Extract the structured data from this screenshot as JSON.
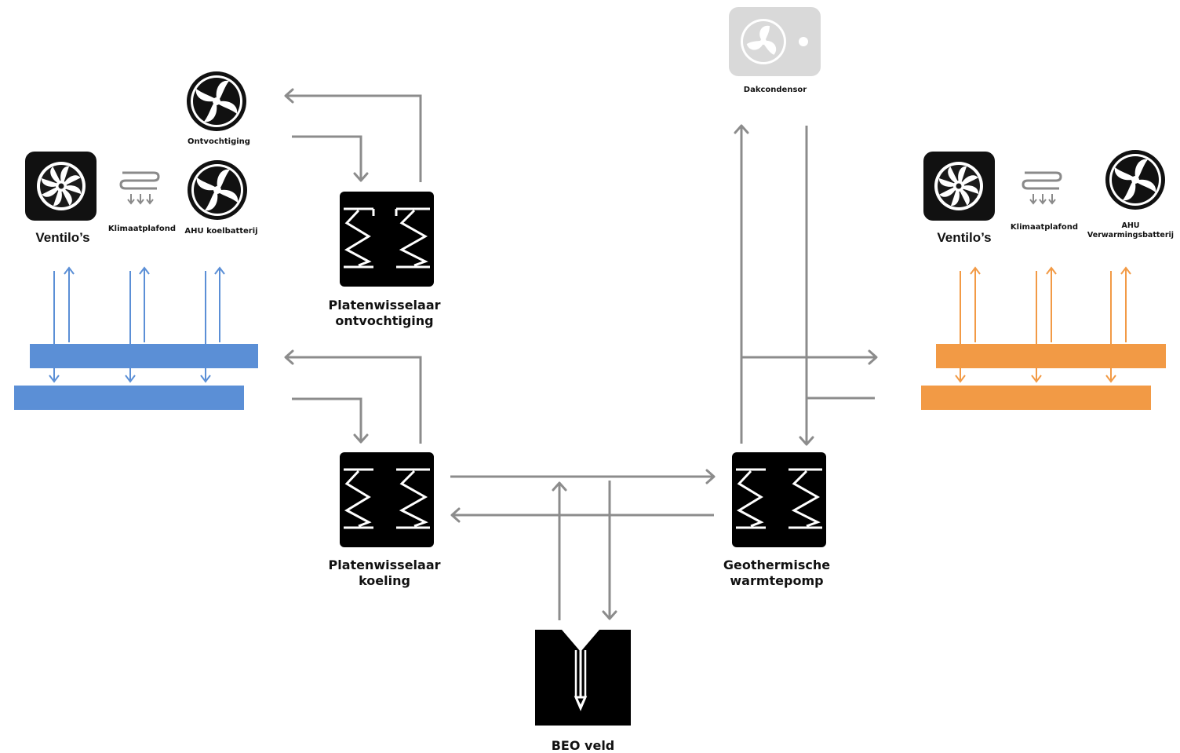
{
  "cooling": {
    "ventilo_label": "Ventilo’s",
    "klimaatplafond_label": "Klimaatplafond",
    "ahu_label": "AHU koelbatterij",
    "ontvochtiging_label": "Ontvochtiging",
    "accent": "#5b8fd6"
  },
  "heating": {
    "ventilo_label": "Ventilo’s",
    "klimaatplafond_label": "Klimaatplafond",
    "ahu_label_line1": "AHU",
    "ahu_label_line2": "Verwarmingsbatterij",
    "accent": "#f29a45"
  },
  "components": {
    "hx_ontvochtiging_line1": "Platenwisselaar",
    "hx_ontvochtiging_line2": "ontvochtiging",
    "hx_koeling_line1": "Platenwisselaar",
    "hx_koeling_line2": "koeling",
    "heatpump_line1": "Geothermische",
    "heatpump_line2": "warmtepomp",
    "dakcondensor": "Dakcondensor",
    "beo_veld": "BEO veld"
  },
  "colors": {
    "pipe": "#8c8c8c",
    "icon_dark": "#111111",
    "icon_disabled": "#d9d9d9"
  },
  "icons": [
    "fan-icon",
    "ceiling-radiant-icon",
    "heat-exchanger-icon",
    "condenser-icon",
    "borehole-icon",
    "arrow-icon"
  ]
}
